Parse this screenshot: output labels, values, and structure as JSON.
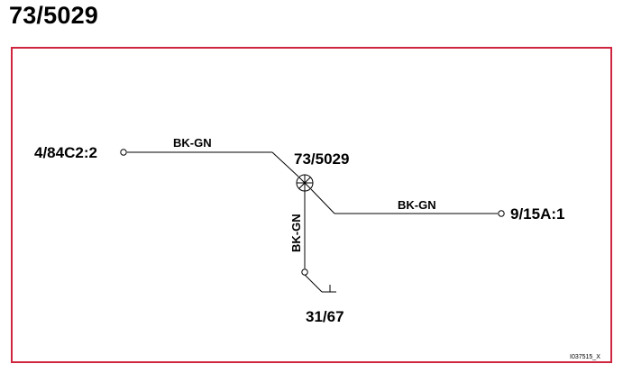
{
  "title": "73/5029",
  "frame_color": "#d0253f",
  "diagram": {
    "splice_label": "73/5029",
    "connector_left": "4/84C2:2",
    "connector_right": "9/15A:1",
    "ground_label": "31/67",
    "wire_left_color": "BK-GN",
    "wire_right_color": "BK-GN",
    "wire_down_color": "BK-GN",
    "reference_id": "I037515_X"
  }
}
